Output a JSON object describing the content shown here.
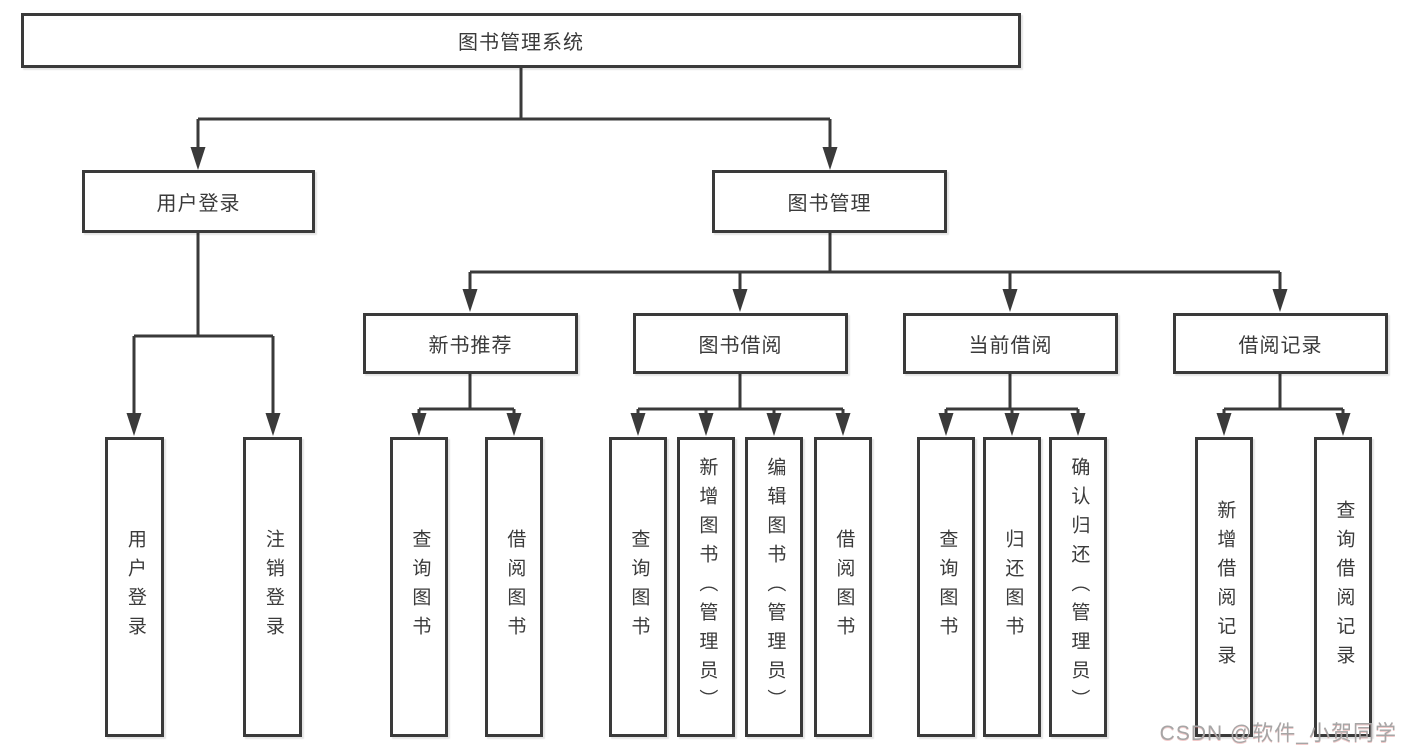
{
  "diagram": {
    "root": {
      "label": "图书管理系统"
    },
    "branches": [
      {
        "label": "用户登录",
        "children": [
          {
            "label": "用户登录"
          },
          {
            "label": "注销登录"
          }
        ]
      },
      {
        "label": "图书管理",
        "children": [
          {
            "label": "新书推荐",
            "children": [
              {
                "label": "查询图书"
              },
              {
                "label": "借阅图书"
              }
            ]
          },
          {
            "label": "图书借阅",
            "children": [
              {
                "label": "查询图书"
              },
              {
                "label": "新增图书（管理员）"
              },
              {
                "label": "编辑图书（管理员）"
              },
              {
                "label": "借阅图书"
              }
            ]
          },
          {
            "label": "当前借阅",
            "children": [
              {
                "label": "查询图书"
              },
              {
                "label": "归还图书"
              },
              {
                "label": "确认归还（管理员）"
              }
            ]
          },
          {
            "label": "借阅记录",
            "children": [
              {
                "label": "新增借阅记录"
              },
              {
                "label": "查询借阅记录"
              }
            ]
          }
        ]
      }
    ]
  },
  "watermark": {
    "text": "CSDN @软件_小贺同学"
  },
  "colors": {
    "line": "#3a3a3a",
    "text": "#3a3a3a",
    "background": "#ffffff",
    "watermark": "#a6a6a6"
  }
}
